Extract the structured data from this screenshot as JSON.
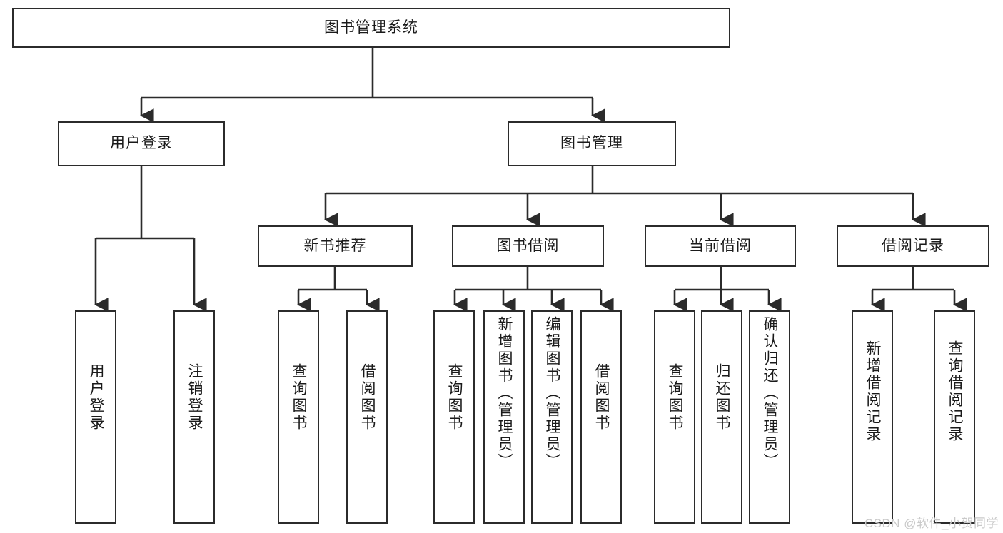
{
  "diagram": {
    "type": "tree",
    "title": "图书管理系统",
    "watermark": "CSDN @软件_小贺同学",
    "colors": {
      "stroke": "#2b2b2b",
      "fill": "#ffffff",
      "text": "#1a1a1a",
      "watermark": "#c9c9c9"
    },
    "nodes": {
      "root": "图书管理系统",
      "level2": [
        {
          "label": "用户登录"
        },
        {
          "label": "图书管理"
        }
      ],
      "level3": [
        {
          "label": "新书推荐"
        },
        {
          "label": "图书借阅"
        },
        {
          "label": "当前借阅"
        },
        {
          "label": "借阅记录"
        }
      ],
      "leaves": {
        "user_login": [
          "用户登录",
          "注销登录"
        ],
        "new_book": [
          "查询图书",
          "借阅图书"
        ],
        "book_borrow": [
          "查询图书",
          "新增图书（管理员）",
          "编辑图书（管理员）",
          "借阅图书"
        ],
        "current_borrow": [
          "查询图书",
          "归还图书",
          "确认归还（管理员）"
        ],
        "borrow_record": [
          "新增借阅记录",
          "查询借阅记录"
        ]
      }
    },
    "edges": [
      {
        "from": "图书管理系统",
        "to": "用户登录"
      },
      {
        "from": "图书管理系统",
        "to": "图书管理"
      },
      {
        "from": "图书管理",
        "to": "新书推荐"
      },
      {
        "from": "图书管理",
        "to": "图书借阅"
      },
      {
        "from": "图书管理",
        "to": "当前借阅"
      },
      {
        "from": "图书管理",
        "to": "借阅记录"
      },
      {
        "from": "用户登录",
        "to": "用户登录"
      },
      {
        "from": "用户登录",
        "to": "注销登录"
      },
      {
        "from": "新书推荐",
        "to": "查询图书"
      },
      {
        "from": "新书推荐",
        "to": "借阅图书"
      },
      {
        "from": "图书借阅",
        "to": "查询图书"
      },
      {
        "from": "图书借阅",
        "to": "新增图书（管理员）"
      },
      {
        "from": "图书借阅",
        "to": "编辑图书（管理员）"
      },
      {
        "from": "图书借阅",
        "to": "借阅图书"
      },
      {
        "from": "当前借阅",
        "to": "查询图书"
      },
      {
        "from": "当前借阅",
        "to": "归还图书"
      },
      {
        "from": "当前借阅",
        "to": "确认归还（管理员）"
      },
      {
        "from": "借阅记录",
        "to": "新增借阅记录"
      },
      {
        "from": "借阅记录",
        "to": "查询借阅记录"
      }
    ]
  }
}
